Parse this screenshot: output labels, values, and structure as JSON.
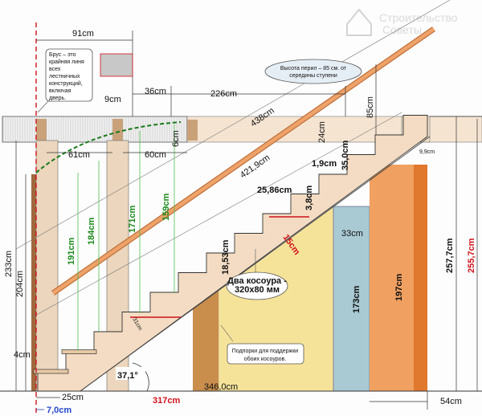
{
  "watermark": {
    "line1": "Строительство",
    "line2": "Советы"
  },
  "colors": {
    "accent_red": "#d0121b",
    "green": "#1a8a1a",
    "blue": "#2244cc",
    "wood": "#e8c9a6",
    "handrail": "#e08a4a",
    "yellow": "#f6e39a",
    "blue_panel": "#a9c9d3",
    "orange": "#e8853a"
  },
  "callouts": {
    "beam_note": [
      "Брус – это",
      "крайняя линя",
      "всех",
      "лестничных",
      "конструкций,",
      "включая",
      "дверь."
    ],
    "handrail_note": [
      "Высота перил – 85 см. от",
      "середины ступени"
    ],
    "stringer_note": [
      "Два косоура -",
      "320x80 мм"
    ],
    "support_note": [
      "Подпорки для поддержки",
      "обоих косоуров."
    ]
  },
  "dimensions": {
    "d91": "91cm",
    "d9": "9cm",
    "d36": "36cm",
    "d226": "226cm",
    "d6": "6cm",
    "d61": "61cm",
    "d60": "60cm",
    "d438": "438cm",
    "d421": "421,9cm",
    "d85": "85cm",
    "d24": "24cm",
    "d35": "35,0cm",
    "d1_9": "1,9cm",
    "d9_9": "9,9cm",
    "d25_86": "25,86cm",
    "d3_8": "3,8cm",
    "d18_53": "18,53cm",
    "d15": "15cm",
    "d191": "191cm",
    "d184": "184cm",
    "d171": "171cm",
    "d159": "159cm",
    "d233": "233cm",
    "d204": "204cm",
    "d4": "4cm",
    "d25": "25cm",
    "d7": "7,0cm",
    "d317": "317cm",
    "d346": "346,0cm",
    "angle": "37,1°",
    "d31": "31cm",
    "d33": "33cm",
    "d173": "173cm",
    "d197": "197cm",
    "d257_7": "257,7cm",
    "d255_7": "255,7cm",
    "d54": "54cm"
  }
}
